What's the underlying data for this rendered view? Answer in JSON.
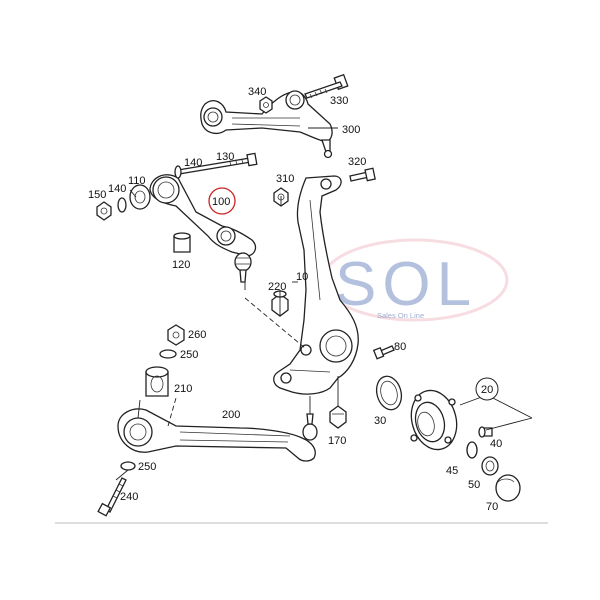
{
  "watermark": {
    "logo_text": "SOL",
    "tagline": "Sales On Line",
    "brand_color": "#3d5ea8",
    "accent_color": "#e58a9b"
  },
  "highlight_color": "#cc2222",
  "callouts": {
    "c340": "340",
    "c330": "330",
    "c300": "300",
    "c140_top": "140",
    "c130": "130",
    "c310": "310",
    "c320": "320",
    "c110": "110",
    "c150": "150",
    "c140_left": "140",
    "c100": "100",
    "c120": "120",
    "c10": "10",
    "c220": "220",
    "c260": "260",
    "c250_upper": "250",
    "c210": "210",
    "c200": "200",
    "c250_lower": "250",
    "c240": "240",
    "c170": "170",
    "c80": "80",
    "c30": "30",
    "c20": "20",
    "c40": "40",
    "c45": "45",
    "c50": "50",
    "c70": "70"
  }
}
